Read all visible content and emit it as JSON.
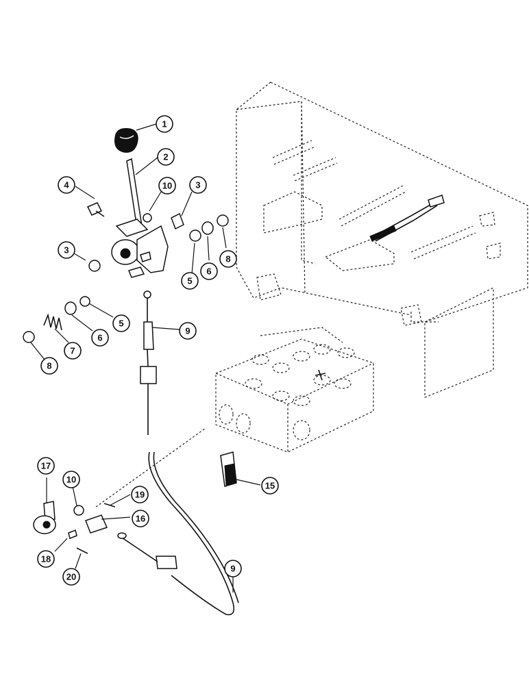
{
  "diagram": {
    "callouts": [
      "1",
      "2",
      "3",
      "3",
      "4",
      "10",
      "5",
      "6",
      "8",
      "5",
      "6",
      "7",
      "8",
      "9",
      "17",
      "10",
      "19",
      "16",
      "15",
      "18",
      "20",
      "9"
    ]
  }
}
